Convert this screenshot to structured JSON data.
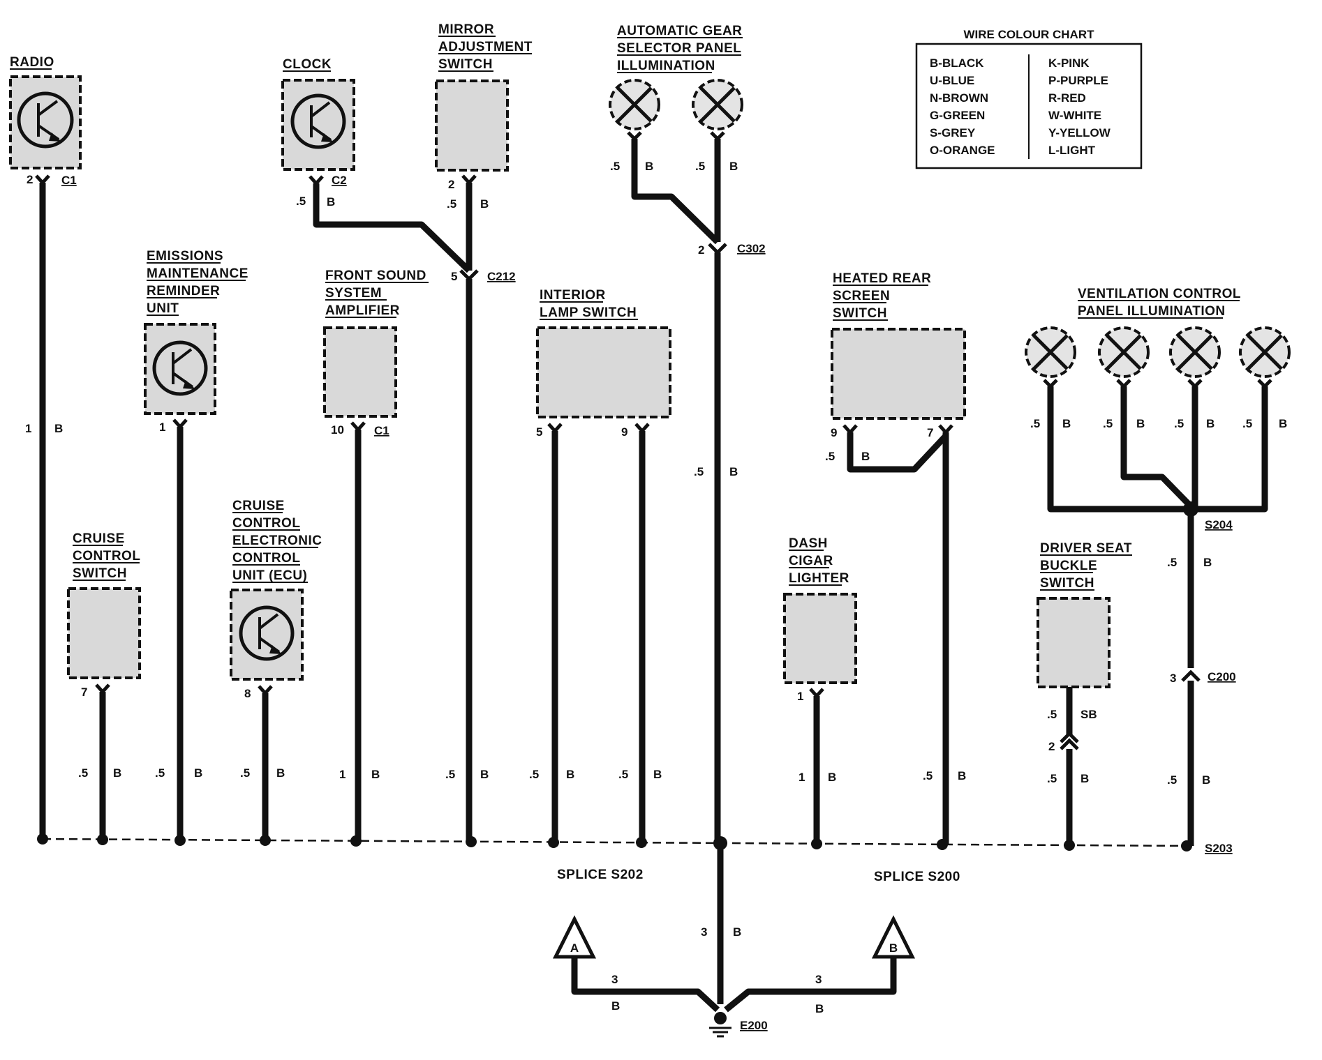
{
  "wire_colour_chart": {
    "title": "WIRE COLOUR CHART",
    "left": [
      "B-BLACK",
      "U-BLUE",
      "N-BROWN",
      "G-GREEN",
      "S-GREY",
      "O-ORANGE"
    ],
    "right": [
      "K-PINK",
      "P-PURPLE",
      "R-RED",
      "W-WHITE",
      "Y-YELLOW",
      "L-LIGHT"
    ]
  },
  "components": {
    "radio": [
      "RADIO"
    ],
    "clock": [
      "CLOCK"
    ],
    "mirror": [
      "MIRROR",
      "ADJUSTMENT",
      "SWITCH"
    ],
    "gear": [
      "AUTOMATIC GEAR",
      "SELECTOR PANEL",
      "ILLUMINATION"
    ],
    "emissions": [
      "EMISSIONS",
      "MAINTENANCE",
      "REMINDER",
      "UNIT"
    ],
    "amplifier": [
      "FRONT SOUND",
      "SYSTEM",
      "AMPLIFIER"
    ],
    "interior": [
      "INTERIOR",
      "LAMP SWITCH"
    ],
    "heated": [
      "HEATED REAR",
      "SCREEN",
      "SWITCH"
    ],
    "ventilation": [
      "VENTILATION CONTROL",
      "PANEL ILLUMINATION"
    ],
    "cruise_switch": [
      "CRUISE",
      "CONTROL",
      "SWITCH"
    ],
    "cruise_ecu": [
      "CRUISE",
      "CONTROL",
      "ELECTRONIC",
      "CONTROL",
      "UNIT (ECU)"
    ],
    "cigar": [
      "DASH",
      "CIGAR",
      "LIGHTER"
    ],
    "buckle": [
      "DRIVER SEAT",
      "BUCKLE",
      "SWITCH"
    ]
  },
  "connectors": {
    "c1_radio": "C1",
    "c2_clock": "C2",
    "c212": "C212",
    "c302": "C302",
    "c1_amp": "C1",
    "c200": "C200"
  },
  "splices": {
    "s202": "SPLICE S202",
    "s200": "SPLICE S200",
    "s203": "S203",
    "s204": "S204",
    "e200": "E200"
  },
  "pins": {
    "radio_pin": "2",
    "clock_pin": "",
    "mirror_pin": "2",
    "c212_pin": "5",
    "c302_pin": "2",
    "emissions_pin": "1",
    "amp_pin": "10",
    "interior_pin_a": "5",
    "interior_pin_b": "9",
    "heated_pin_a": "9",
    "heated_pin_b": "7",
    "cruise_switch_pin": "7",
    "cruise_ecu_pin": "8",
    "cigar_pin": "1",
    "c200_pin": "3",
    "buckle_pin": "2"
  },
  "wire_labels": {
    "size_05": ".5",
    "size_1": "1",
    "size_3": "3",
    "colour_b": "B",
    "colour_sb": "SB"
  },
  "ground_symbols": {
    "a": "A",
    "b": "B"
  }
}
